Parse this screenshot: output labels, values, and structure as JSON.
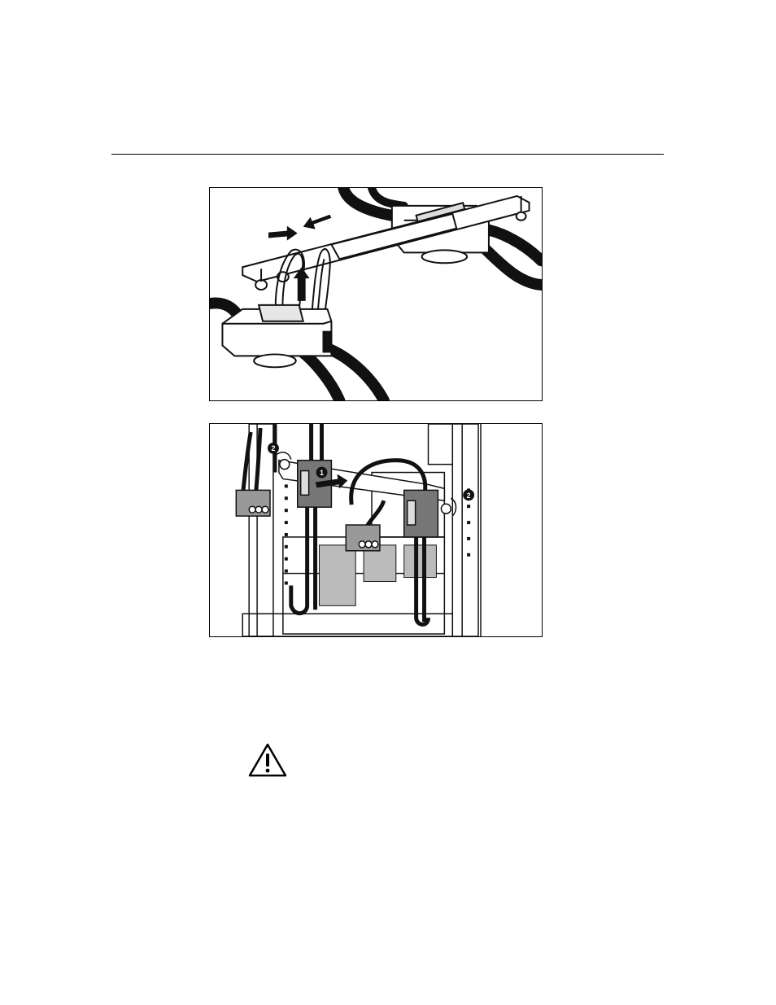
{
  "page": {
    "figures": [
      {
        "callouts": []
      },
      {
        "callouts": [
          "1",
          "2",
          "2"
        ]
      }
    ],
    "caution_icon": "warning-triangle-icon"
  }
}
